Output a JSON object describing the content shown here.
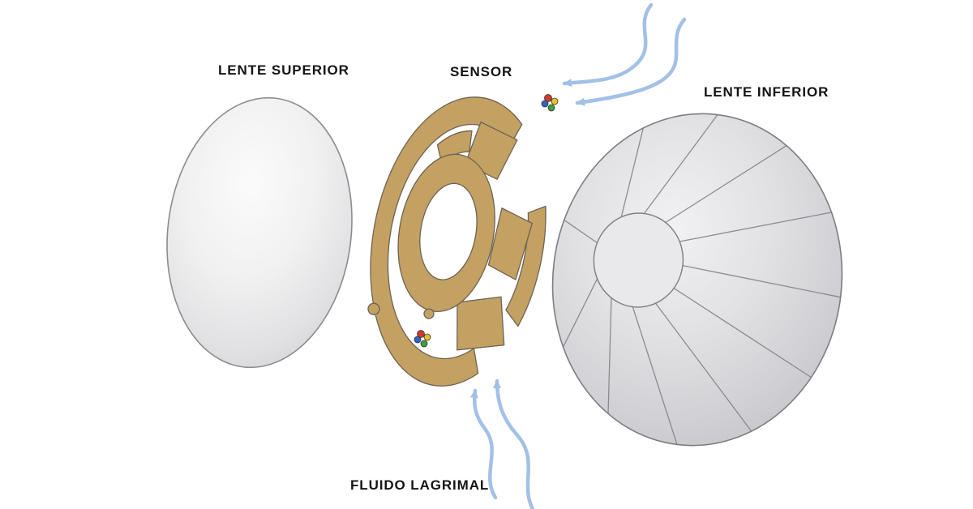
{
  "diagram": {
    "labels": {
      "upper_lens": "LENTE SUPERIOR",
      "sensor": "SENSOR",
      "lower_lens": "LENTE INFERIOR",
      "tear_fluid": "FLUIDO LAGRIMAL"
    },
    "colors": {
      "sensor_gold": "#c3a163",
      "sensor_outline": "#6e6253",
      "lens_stroke": "#8c8c8c",
      "dome_fill_light": "#e9e9ec",
      "dome_stroke": "#7d7d82",
      "arrow_blue": "#a3c0e8",
      "label_text": "#141414",
      "molecule_red": "#cf3b30",
      "molecule_yellow": "#e6c32a",
      "molecule_blue": "#2f63c4",
      "molecule_green": "#3f9f3f"
    }
  }
}
